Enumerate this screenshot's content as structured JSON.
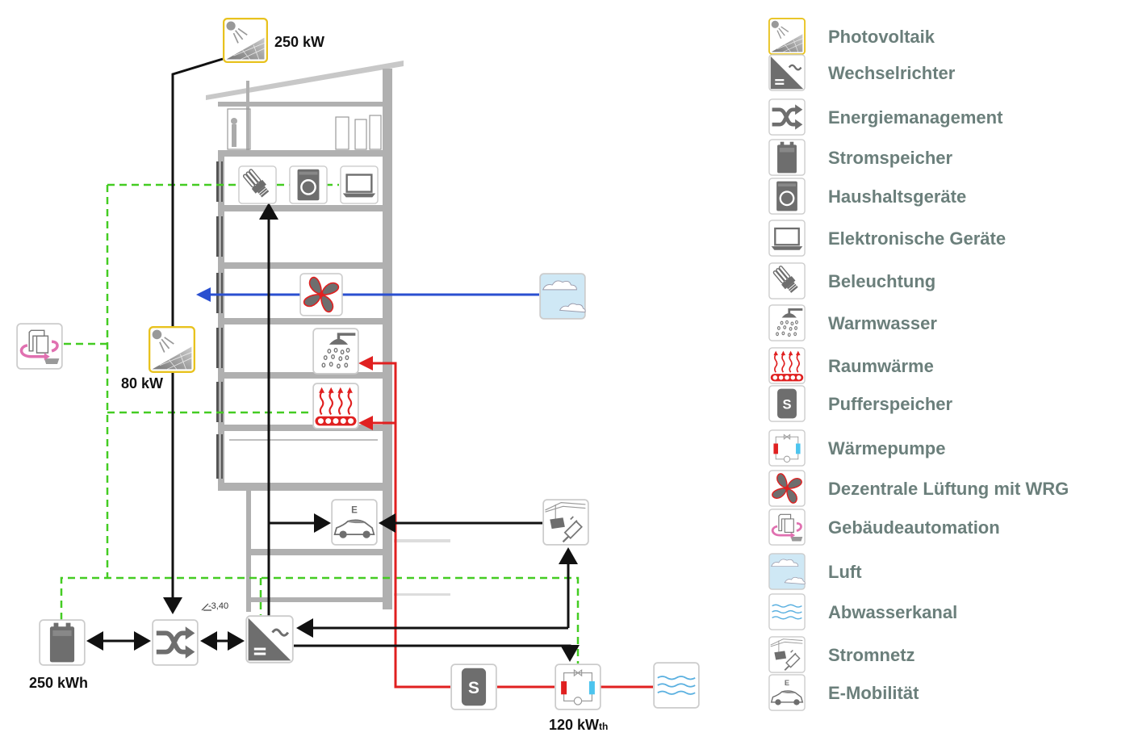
{
  "labels": {
    "pv_top": "250 kW",
    "pv_mid": "80 kW",
    "battery": "250 kWh",
    "heatpump_main": "120 kW",
    "heatpump_sub": "th",
    "level": "-3,40"
  },
  "legend": {
    "items": [
      {
        "label": "Photovoltaik",
        "icon": "solar-panel-icon"
      },
      {
        "label": "Wechselrichter",
        "icon": "inverter-icon"
      },
      {
        "label": "Energiemanagement",
        "icon": "shuffle-icon"
      },
      {
        "label": "Stromspeicher",
        "icon": "battery-icon"
      },
      {
        "label": "Haushaltsgeräte",
        "icon": "washing-machine-icon"
      },
      {
        "label": "Elektronische Geräte",
        "icon": "laptop-icon"
      },
      {
        "label": "Beleuchtung",
        "icon": "light-bulb-icon"
      },
      {
        "label": "Warmwasser",
        "icon": "shower-icon"
      },
      {
        "label": "Raumwärme",
        "icon": "radiator-heat-icon"
      },
      {
        "label": "Pufferspeicher",
        "icon": "buffer-tank-icon"
      },
      {
        "label": "Wärmepumpe",
        "icon": "heat-pump-icon"
      },
      {
        "label": "Dezentrale Lüftung mit WRG",
        "icon": "fan-icon"
      },
      {
        "label": "Gebäudeautomation",
        "icon": "building-automation-icon"
      },
      {
        "label": "Luft",
        "icon": "cloud-icon"
      },
      {
        "label": "Abwasserkanal",
        "icon": "water-waves-icon"
      },
      {
        "label": "Stromnetz",
        "icon": "power-grid-plug-icon"
      },
      {
        "label": "E-Mobilität",
        "icon": "electric-car-icon"
      }
    ]
  },
  "colors": {
    "electric_line": "#111111",
    "heat_line": "#e02020",
    "air_line": "#2a4fd0",
    "control_line": "#44cc22",
    "icon_grey": "#6e6e6e",
    "legend_text": "#6b7f7b",
    "building": "#b0b0b0",
    "pv_frame": "#e8c21e"
  }
}
